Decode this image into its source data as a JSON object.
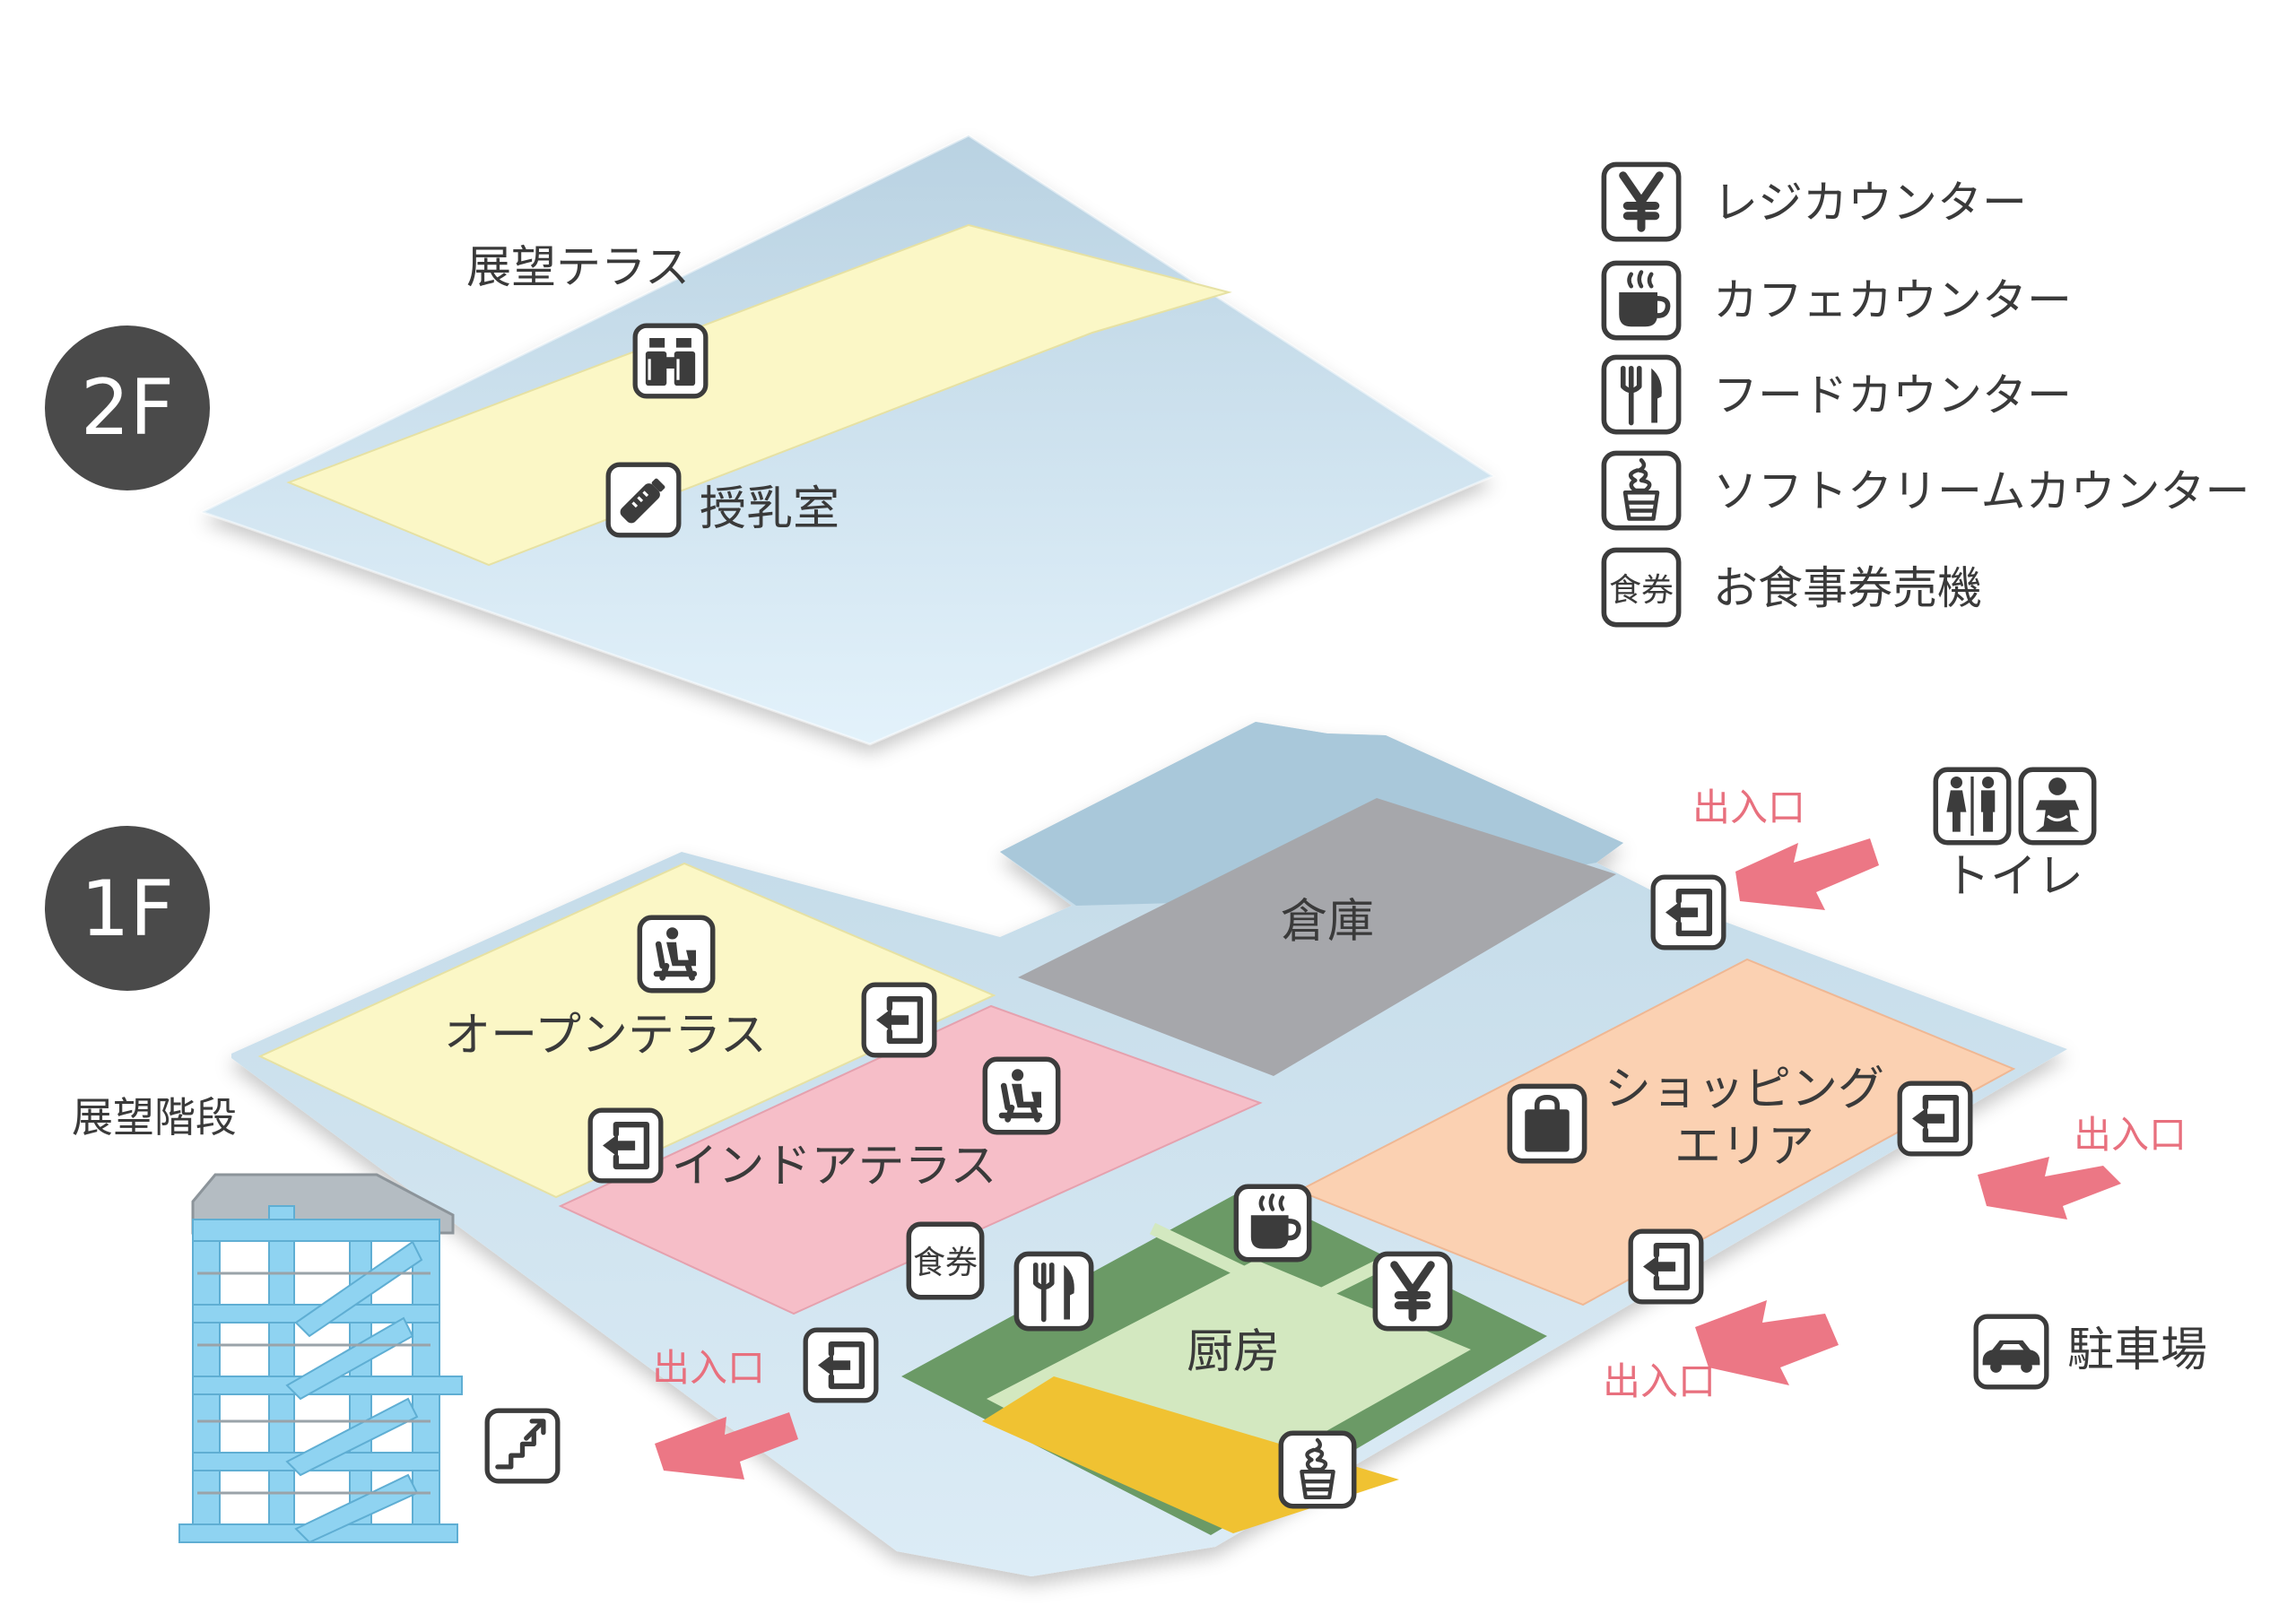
{
  "floors": {
    "floor2": {
      "badge": "2F",
      "terrace_label": "展望テラス",
      "nursing_label": "授乳室"
    },
    "floor1": {
      "badge": "1F",
      "areas": {
        "storage": "倉庫",
        "open_terrace": "オープンテラス",
        "indoor_terrace": "インドアテラス",
        "shopping_line1": "ショッピング",
        "shopping_line2": "エリア",
        "kitchen": "厨房",
        "ticket_icon_text": "食券"
      },
      "observation_stairs": "展望階段",
      "toilet": "トイレ",
      "parking": "駐車場",
      "entrances": [
        "出入口",
        "出入口",
        "出入口",
        "出入口"
      ]
    }
  },
  "legend": [
    {
      "icon": "yen-icon",
      "label": "レジカウンター"
    },
    {
      "icon": "coffee-cup-icon",
      "label": "カフェカウンター"
    },
    {
      "icon": "fork-knife-icon",
      "label": "フードカウンター"
    },
    {
      "icon": "soft-serve-icon",
      "label": "ソフトクリームカウンター"
    },
    {
      "icon": "meal-ticket-icon",
      "label": "お食事券売機",
      "icon_text": "食券"
    }
  ],
  "colors": {
    "floor_base": "#c9dfec",
    "terrace_yellow": "#fbf7c6",
    "indoor_pink": "#f6bec8",
    "shopping_peach": "#fbd1b2",
    "storage_gray": "#a6a7ab",
    "kitchen_green": "#6b9a66",
    "kitchen_light": "#d3e8c0",
    "counter_gold": "#f0c232",
    "stairs_blue": "#8fd3f1",
    "entrance_pink": "#ec7785",
    "badge_dark": "#4a4a4a"
  }
}
